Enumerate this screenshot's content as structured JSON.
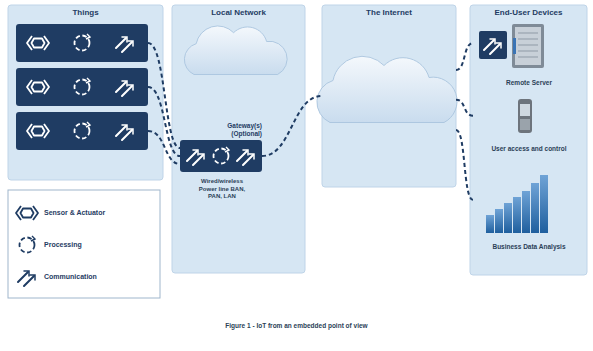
{
  "diagram": {
    "caption": "Figure 1 - IoT from an embedded point of view",
    "nodes": [
      {
        "text": [
          "Things"
        ]
      },
      {
        "text": [
          "Local Network"
        ]
      },
      {
        "text": [
          "Gateway(s) (Optional)"
        ],
        "in": 1
      },
      {
        "text": [
          "The Internet"
        ]
      },
      {
        "text": [
          "End-User Devices"
        ]
      },
      {
        "text": [
          "Remote Server"
        ],
        "in": 4
      },
      {
        "text": [
          "User access and control"
        ],
        "in": 4
      },
      {
        "text": [
          "Business Data Analysis"
        ],
        "in": 4
      }
    ],
    "edges": [
      {
        "from": 2,
        "to": 3,
        "arrow": "none"
      },
      {
        "from": 3,
        "to": 5,
        "arrow": "none"
      },
      {
        "from": 3,
        "to": 6,
        "arrow": "none"
      },
      {
        "from": 3,
        "to": 7,
        "arrow": "none"
      }
    ],
    "labels": [
      "Wired/wireless Power line BAN, PAN, LAN"
    ],
    "legend": [
      {
        "text": "Sensor & Actuator"
      },
      {
        "text": "Processing"
      },
      {
        "text": "Communication"
      }
    ]
  }
}
